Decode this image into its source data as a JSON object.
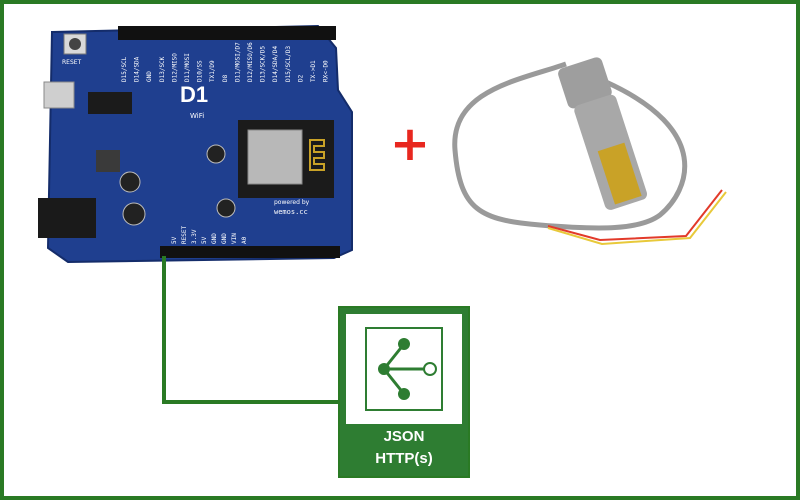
{
  "board": {
    "name": "D1",
    "wifi": "WiFi",
    "domain": "wemos.cc",
    "powered_by": "powered by",
    "reset": "RESET",
    "pins_top": [
      "D15/SCL",
      "D14/SDA",
      "GND",
      "D13/SCK",
      "D12/MISO",
      "D11/MOSI",
      "D10/SS",
      "TX1/D9",
      "D8",
      "D11/MOSI/D7",
      "D12/MISO/D6",
      "D13/SCK/D5",
      "D14/SDA/D4",
      "D15/SCL/D3",
      "D2",
      "TX->D1",
      "RX<-D0"
    ],
    "pins_bottom": [
      "5V",
      "RESET",
      "3.3V",
      "5V",
      "GND",
      "GND",
      "VIN",
      "A0"
    ]
  },
  "plus_sign": "+",
  "json_card": {
    "line1": "JSON",
    "line2": "HTTP(s)"
  },
  "colors": {
    "frame": "#2a7a24",
    "board": "#1f3f8f",
    "wire": "#2a7a24",
    "plus": "#e8271f",
    "card": "#2e7d32"
  }
}
